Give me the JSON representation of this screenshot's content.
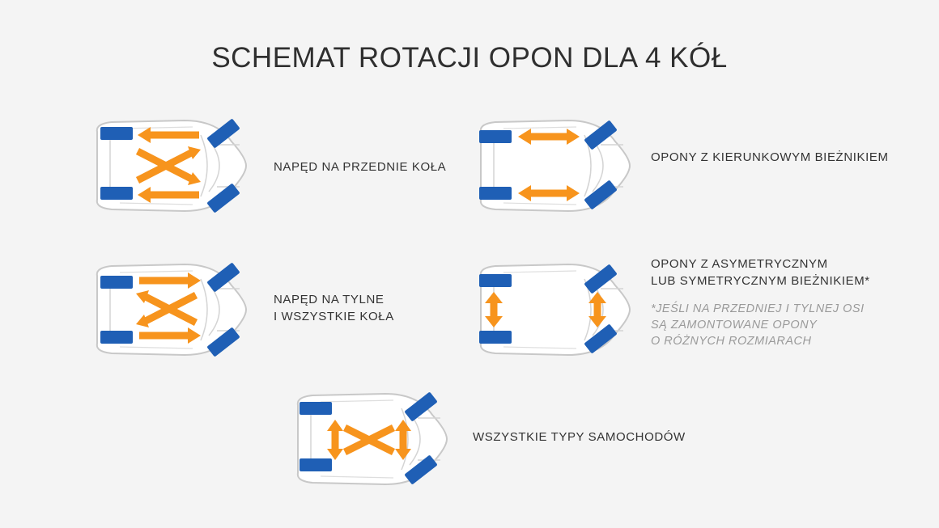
{
  "title": "SCHEMAT ROTACJI OPON DLA 4 KÓŁ",
  "colors": {
    "tire": "#1f5fb5",
    "arrow": "#f7941d",
    "car_outline": "#c8c8c8",
    "car_body": "#ffffff",
    "background": "#f4f4f4"
  },
  "schemes": [
    {
      "id": "fwd",
      "lines": [
        "NAPĘD NA PRZEDNIE KOŁA"
      ]
    },
    {
      "id": "rwd-awd",
      "lines": [
        "NAPĘD NA TYLNE",
        "I WSZYSTKIE KOŁA"
      ]
    },
    {
      "id": "directional",
      "lines": [
        "OPONY Z KIERUNKOWYM BIEŻNIKIEM"
      ]
    },
    {
      "id": "asymmetric",
      "lines": [
        "OPONY Z ASYMETRYCZNYM",
        "LUB SYMETRYCZNYM BIEŻNIKIEM*"
      ],
      "note": [
        "*JEŚLI NA PRZEDNIEJ I TYLNEJ OSI",
        "SĄ ZAMONTOWANE OPONY",
        "O RÓŻNYCH ROZMIARACH"
      ]
    },
    {
      "id": "all",
      "lines": [
        "WSZYSTKIE TYPY SAMOCHODÓW"
      ]
    }
  ]
}
